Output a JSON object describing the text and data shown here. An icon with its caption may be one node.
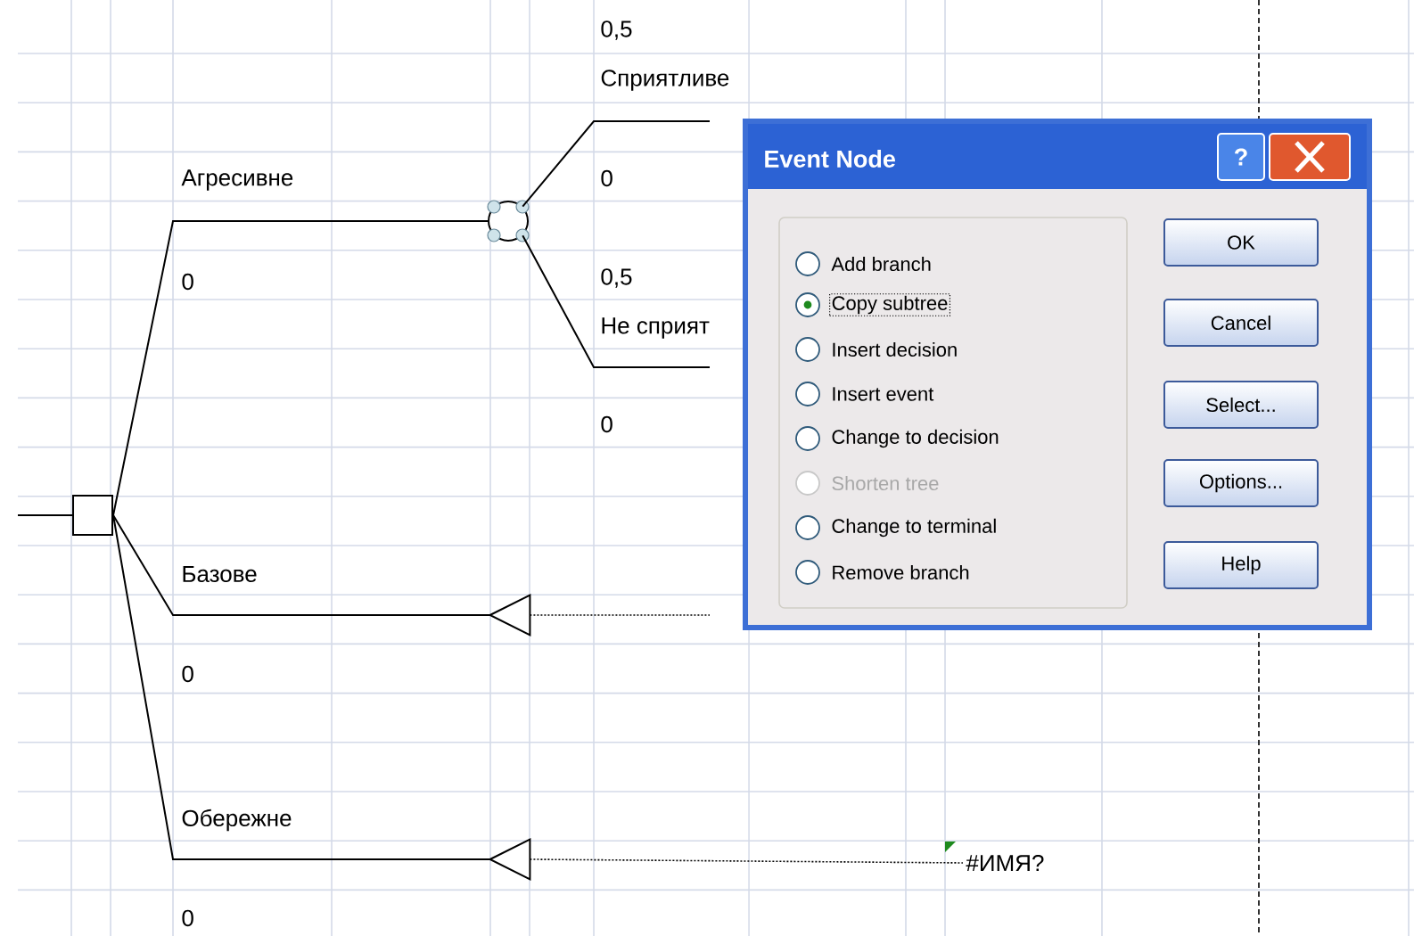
{
  "diagram": {
    "nodes": [
      {
        "text": [],
        "shape": "box"
      },
      {
        "text": [],
        "shape": "circle"
      },
      {
        "text": [],
        "shape": "triangle"
      },
      {
        "text": [],
        "shape": "triangle"
      },
      {
        "text": [
          "#ИМЯ?"
        ]
      },
      {
        "text": [
          "Event Node"
        ]
      },
      {
        "text": [
          "?"
        ],
        "in": 5
      },
      {
        "text": [
          "OK"
        ],
        "in": 5
      },
      {
        "text": [
          "Cancel"
        ],
        "in": 5
      },
      {
        "text": [
          "Select..."
        ],
        "in": 5
      },
      {
        "text": [
          "Options..."
        ],
        "in": 5
      },
      {
        "text": [
          "Help"
        ],
        "in": 5
      }
    ],
    "edges": [
      {
        "from": null,
        "to": 0,
        "arrow": "none"
      },
      {
        "from": 0,
        "to": 1,
        "arrow": "none",
        "label": "Агресивне"
      },
      {
        "from": 0,
        "to": 2,
        "arrow": "none",
        "label": "Базове"
      },
      {
        "from": 0,
        "to": 3,
        "arrow": "none",
        "label": "Обережне"
      },
      {
        "from": 1,
        "to": null,
        "arrow": "none",
        "label": "Сприятливе"
      },
      {
        "from": 1,
        "to": null,
        "arrow": "none",
        "label": "Не сприят"
      },
      {
        "from": 2,
        "to": null,
        "arrow": "none",
        "style": "dashed"
      },
      {
        "from": 3,
        "to": 4,
        "arrow": "none",
        "style": "dashed"
      }
    ],
    "labels": [
      "0,5",
      "0",
      "0,5",
      "0",
      "0",
      "0",
      "0",
      "Add branch",
      "Copy subtree",
      "Insert decision",
      "Insert event",
      "Change to decision",
      "Shorten tree",
      "Change to terminal",
      "Remove branch"
    ]
  }
}
